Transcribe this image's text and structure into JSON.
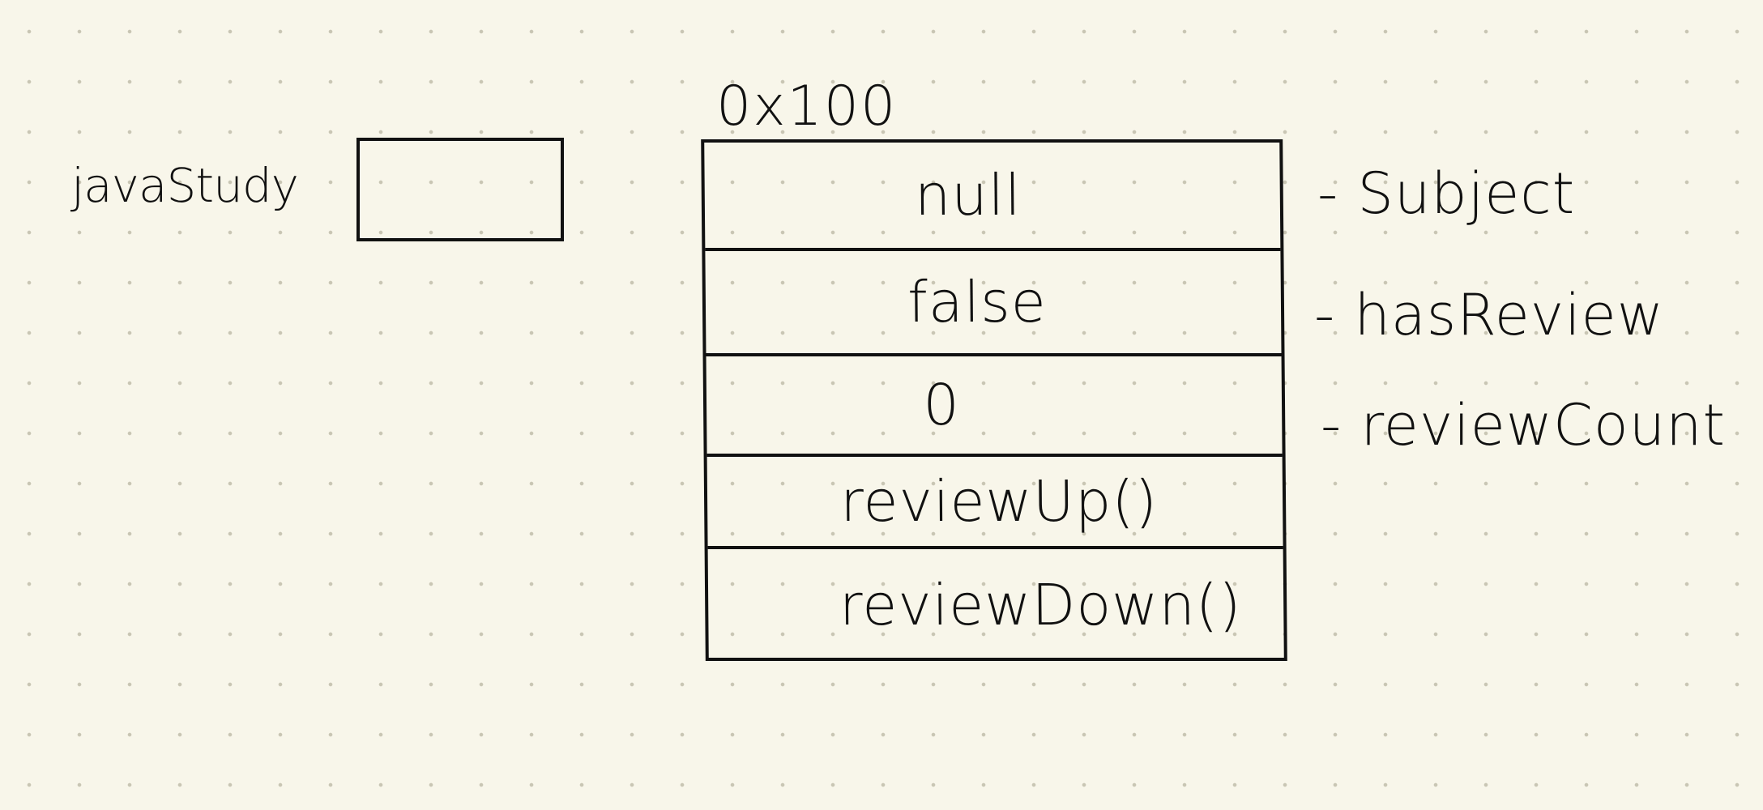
{
  "diagram": {
    "variable": {
      "name": "javaStudy"
    },
    "object": {
      "address": "0x100",
      "rows": [
        {
          "value": "null",
          "field": "- Subject"
        },
        {
          "value": "false",
          "field": "- hasReview"
        },
        {
          "value": "0",
          "field": "- reviewCount"
        },
        {
          "value": "reviewUp()",
          "field": ""
        },
        {
          "value": "reviewDown()",
          "field": ""
        }
      ]
    }
  },
  "colors": {
    "paper": "#f8f6ea",
    "ink": "#111111",
    "dot": "#c9c6b4"
  }
}
